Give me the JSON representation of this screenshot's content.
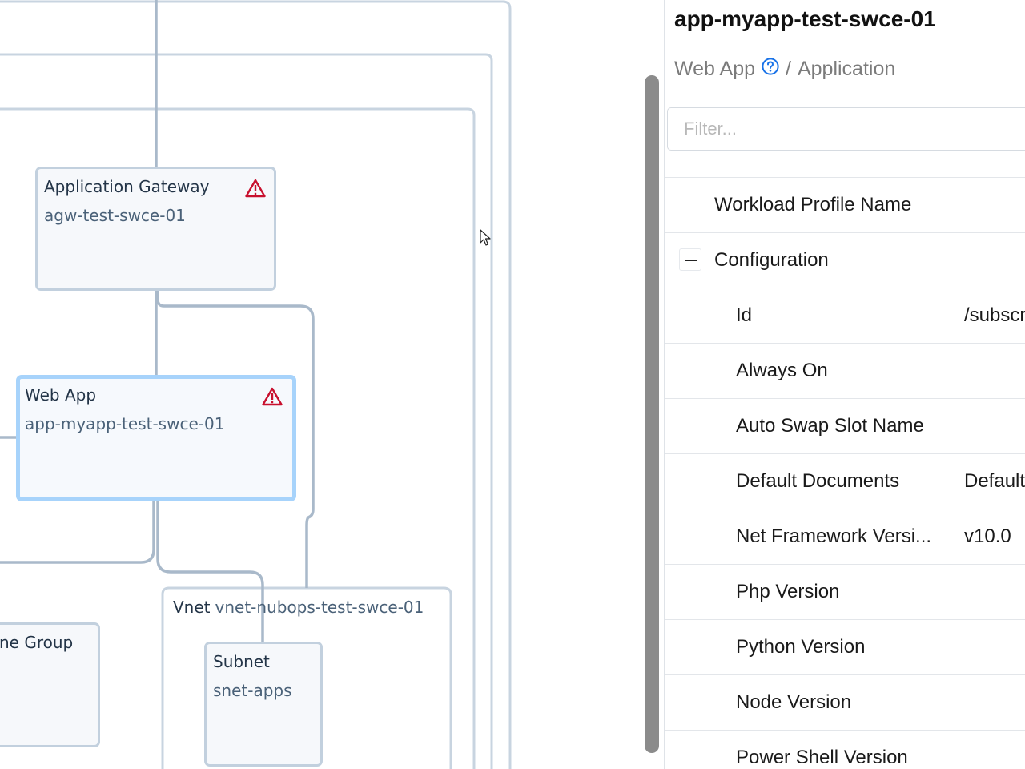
{
  "diagram": {
    "nodes": [
      {
        "id": "app-gateway",
        "type": "Application Gateway",
        "name": "agw-test-swce-01",
        "warning": true,
        "selected": false
      },
      {
        "id": "web-app",
        "type": "Web App",
        "name": "app-myapp-test-swce-01",
        "warning": true,
        "selected": true
      },
      {
        "id": "resource-group",
        "type": "ne Group",
        "name": "",
        "warning": false,
        "selected": false
      },
      {
        "id": "subnet",
        "type": "Subnet",
        "name": "snet-apps",
        "warning": false,
        "selected": false
      }
    ],
    "vnet": {
      "type": "Vnet",
      "name": "vnet-nubops-test-swce-01"
    },
    "warning_color": "#c8102e",
    "selection_color": "#a7d3fb",
    "edge_color": "#a9b9ca"
  },
  "panel": {
    "title": "app-myapp-test-swce-01",
    "subtitle_type": "Web App",
    "subtitle_separator": "/",
    "subtitle_category": "Application",
    "help_icon": "question-circle-icon",
    "filter_placeholder": "Filter...",
    "properties": [
      {
        "label": "Workload Profile Name",
        "value": "",
        "level": 0,
        "group": false
      },
      {
        "label": "Configuration",
        "value": "",
        "level": 0,
        "group": true,
        "expanded": true
      },
      {
        "label": "Id",
        "value": "/subscri",
        "level": 1,
        "group": false
      },
      {
        "label": "Always On",
        "value": "",
        "level": 1,
        "group": false
      },
      {
        "label": "Auto Swap Slot Name",
        "value": "",
        "level": 1,
        "group": false
      },
      {
        "label": "Default Documents",
        "value": "Default",
        "level": 1,
        "group": false
      },
      {
        "label": "Net Framework Versi...",
        "value": "v10.0",
        "level": 1,
        "group": false
      },
      {
        "label": "Php Version",
        "value": "",
        "level": 1,
        "group": false
      },
      {
        "label": "Python Version",
        "value": "",
        "level": 1,
        "group": false
      },
      {
        "label": "Node Version",
        "value": "",
        "level": 1,
        "group": false
      },
      {
        "label": "Power Shell Version",
        "value": "",
        "level": 1,
        "group": false
      }
    ]
  }
}
